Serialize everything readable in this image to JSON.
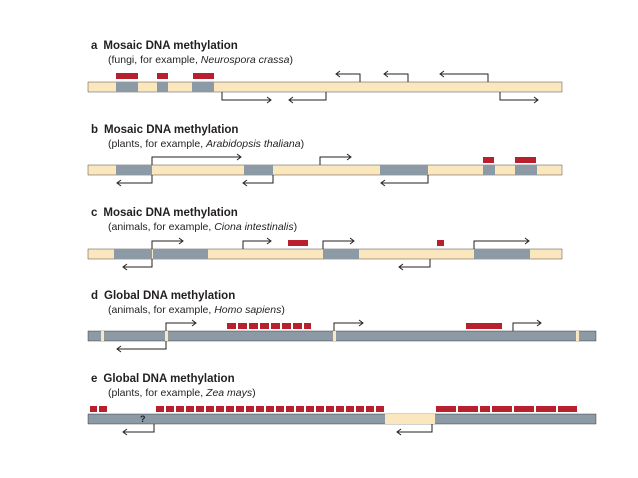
{
  "panels": [
    {
      "letter": "a",
      "title": "Mosaic DNA methylation",
      "subtitle_pre": "(fungi, for example, ",
      "organism": "Neurospora crassa",
      "subtitle_post": ")"
    },
    {
      "letter": "b",
      "title": "Mosaic DNA methylation",
      "subtitle_pre": "(plants, for example, ",
      "organism": "Arabidopsis thaliana",
      "subtitle_post": ")"
    },
    {
      "letter": "c",
      "title": "Mosaic DNA methylation",
      "subtitle_pre": "(animals, for example, ",
      "organism": "Ciona intestinalis",
      "subtitle_post": ")"
    },
    {
      "letter": "d",
      "title": "Global DNA methylation",
      "subtitle_pre": "(animals, for example, ",
      "organism": "Homo sapiens",
      "subtitle_post": ")"
    },
    {
      "letter": "e",
      "title": "Global DNA methylation",
      "subtitle_pre": "(plants, for example, ",
      "organism": "Zea mays",
      "subtitle_post": ")"
    }
  ],
  "unknown_marker": "?",
  "colors": {
    "unmethylated_dna": "#fbe7be",
    "methylated_dna": "#8c9aa5",
    "methylation_mark": "#b8202e",
    "line": "#231f20"
  }
}
